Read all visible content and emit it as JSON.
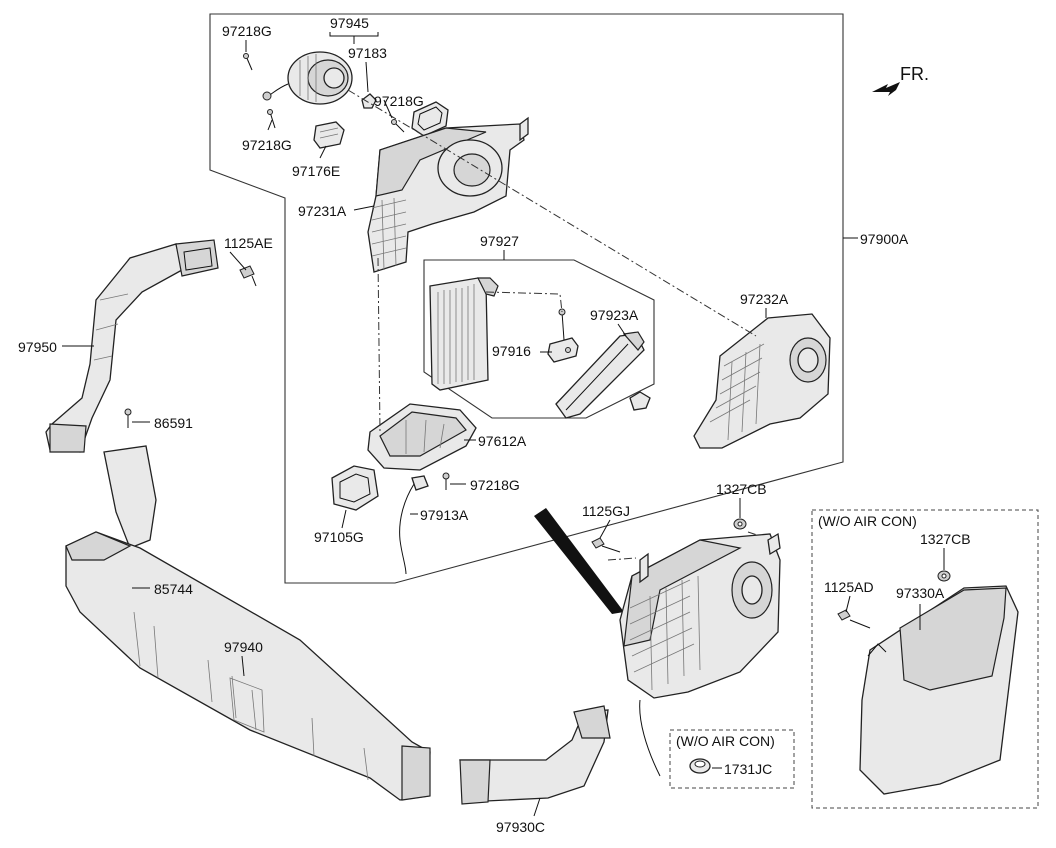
{
  "direction": {
    "label": "FR."
  },
  "labels": {
    "p97218g_a": "97218G",
    "p97945": "97945",
    "p97183": "97183",
    "p97218g_b": "97218G",
    "p97218g_c": "97218G",
    "p97176e": "97176E",
    "p97231a": "97231A",
    "p97927": "97927",
    "p97900a": "97900A",
    "p1125ae": "1125AE",
    "p97950": "97950",
    "p97232a": "97232A",
    "p97923a": "97923A",
    "p97916": "97916",
    "p86591": "86591",
    "p97612a": "97612A",
    "p97218g_d": "97218G",
    "p97913a": "97913A",
    "p97105g": "97105G",
    "p1327cb_a": "1327CB",
    "p1125gj": "1125GJ",
    "p85744": "85744",
    "p97940": "97940",
    "p97930c": "97930C",
    "p1731jc": "1731JC",
    "p1327cb_b": "1327CB",
    "p1125ad": "1125AD",
    "p97330a": "97330A"
  },
  "notes": {
    "wo_air_con_main": "(W/O AIR CON)",
    "wo_air_con_small": "(W/O AIR CON)"
  }
}
